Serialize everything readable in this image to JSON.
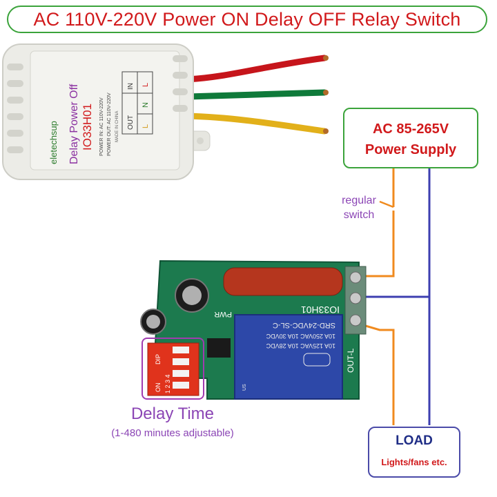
{
  "title": "AC 110V-220V Power ON Delay OFF Relay Switch",
  "power_supply": {
    "line1": "AC 85-265V",
    "line2": "Power Supply"
  },
  "switch_label": {
    "line1": "regular",
    "line2": "switch"
  },
  "load": {
    "title": "LOAD",
    "subtitle": "Lights/fans etc."
  },
  "delay": {
    "title": "Delay Time",
    "subtitle": "(1-480 minutes adjustable)"
  },
  "module": {
    "brand": "eletechsup",
    "name": "Delay Power Off",
    "model": "IO33H01",
    "power_in": "POWER IN: AC 110V-220V",
    "power_out": "POWER OUT: AC 110V-220V",
    "made_in": "MADE IN CHINA",
    "terminal_in": "IN",
    "terminal_out": "OUT",
    "terminal_l1": "L",
    "terminal_n": "N",
    "terminal_l2": "L"
  },
  "board": {
    "model": "IO33H01",
    "pwr": "PWR",
    "relay_line1": "SRD-24VDC-SL-C",
    "relay_line2": "10A 250VAC  10A 30VDC",
    "relay_line3": "10A 125VAC  10A 28VDC",
    "out_label": "OUT-L",
    "dip_label": "DIP",
    "dip_on": "ON",
    "dip_numbers": "1 2 3 4"
  },
  "colors": {
    "title_text": "#d1191b",
    "green_border": "#3aa33a",
    "purple": "#8b45b5",
    "navy": "#1f2d86",
    "wire_orange": "#f08a1e",
    "wire_blue": "#3d3fb0"
  }
}
